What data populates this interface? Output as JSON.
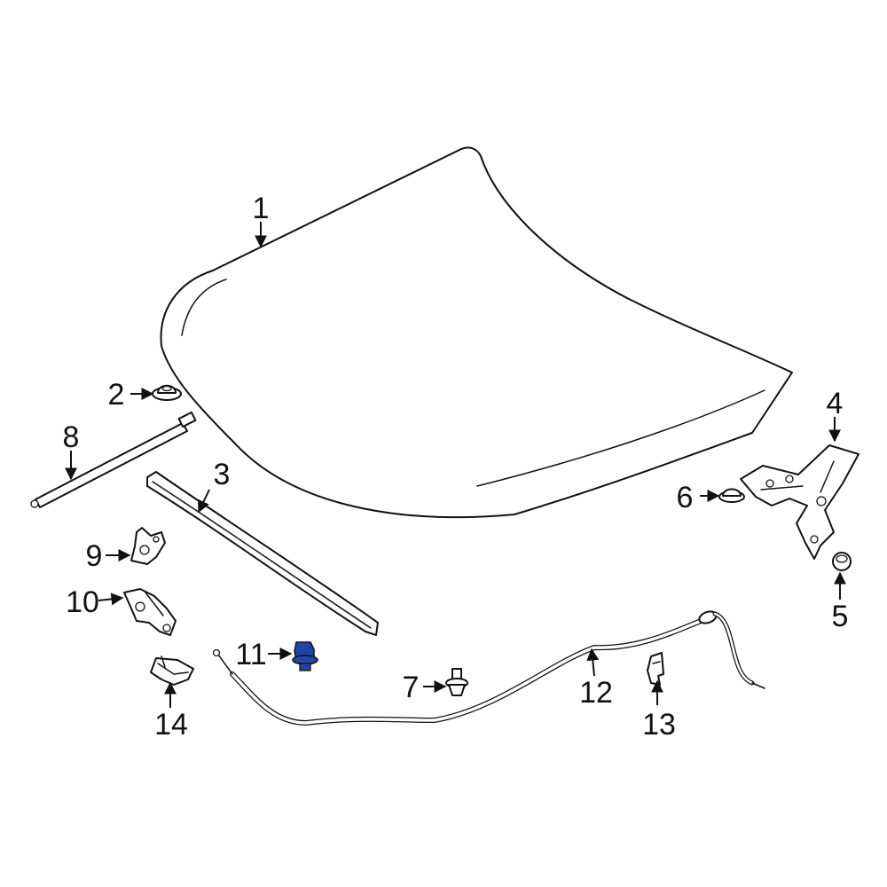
{
  "diagram": {
    "highlight_color": "#1f45a8",
    "line_color": "#111111",
    "highlighted_part": "11",
    "callouts": [
      {
        "id": "c1",
        "label": "1"
      },
      {
        "id": "c2",
        "label": "2"
      },
      {
        "id": "c3",
        "label": "3"
      },
      {
        "id": "c4",
        "label": "4"
      },
      {
        "id": "c5",
        "label": "5"
      },
      {
        "id": "c6",
        "label": "6"
      },
      {
        "id": "c7",
        "label": "7"
      },
      {
        "id": "c8",
        "label": "8"
      },
      {
        "id": "c9",
        "label": "9"
      },
      {
        "id": "c10",
        "label": "10"
      },
      {
        "id": "c11",
        "label": "11"
      },
      {
        "id": "c12",
        "label": "12"
      },
      {
        "id": "c13",
        "label": "13"
      },
      {
        "id": "c14",
        "label": "14"
      }
    ]
  }
}
